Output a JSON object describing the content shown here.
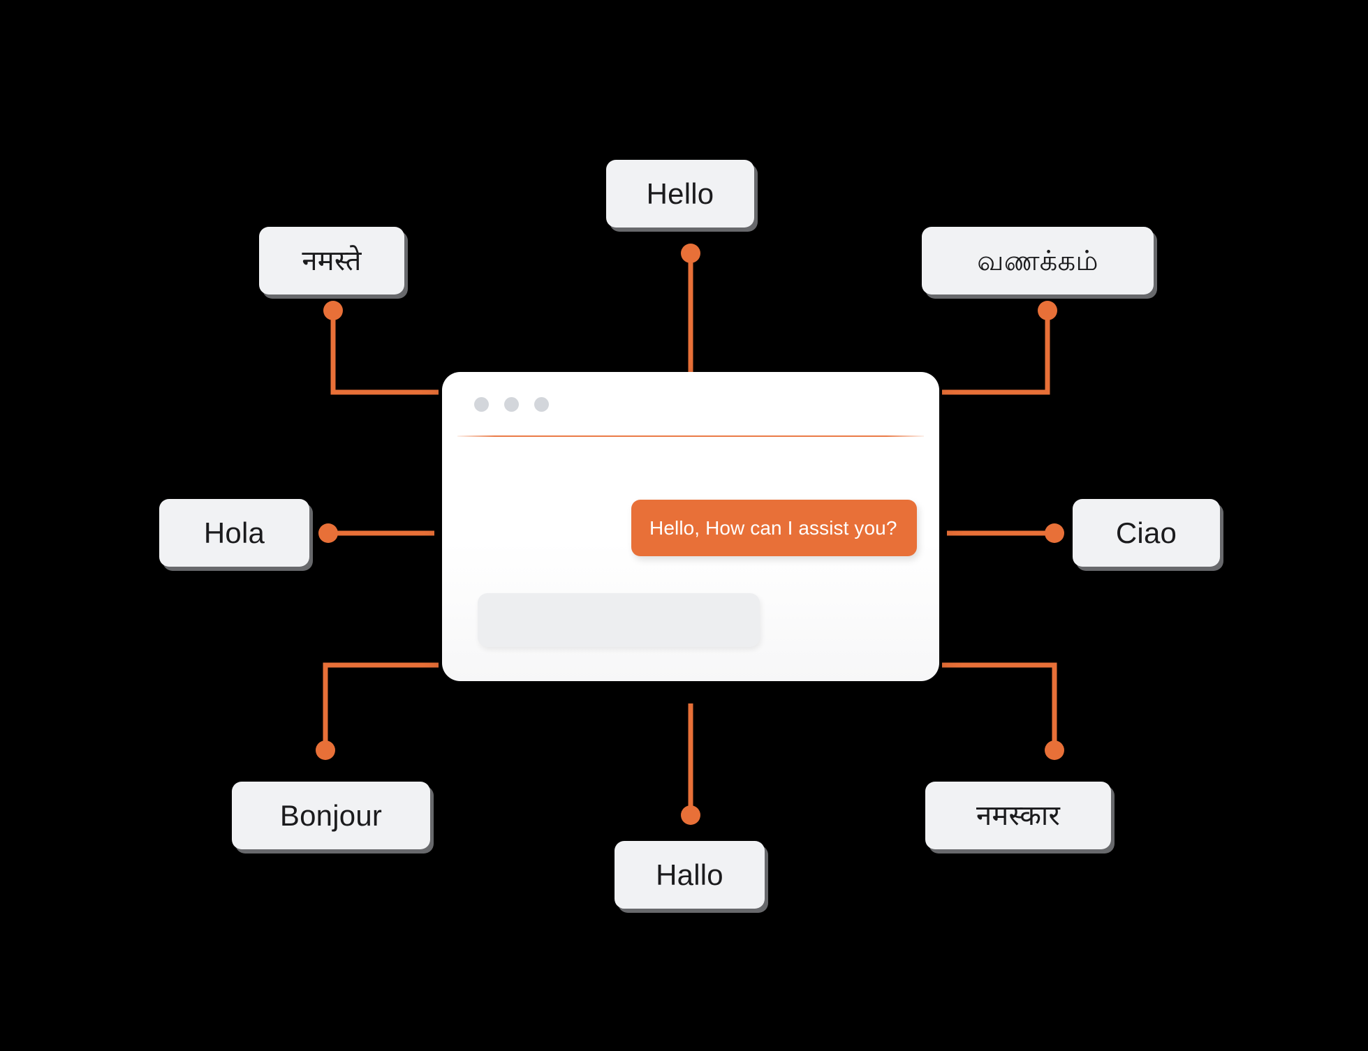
{
  "theme": {
    "accent": "#E87038",
    "bubble_bg": "#F1F2F4",
    "bubble_text": "#1B1B1D",
    "window_bg": "#FFFFFF",
    "composer_bg": "#EDEEF0",
    "titlebar_dot": "#D3D6DB",
    "canvas_bg": "#000000"
  },
  "chat_window": {
    "titlebar": {
      "dots": [
        "window-dot-1",
        "window-dot-2",
        "window-dot-3"
      ]
    },
    "assistant_message": {
      "text": "Hello, How can I assist you?"
    },
    "composer": {
      "value": "",
      "placeholder": ""
    }
  },
  "labels": [
    {
      "id": "hello",
      "text": "Hello",
      "script": "latin",
      "position": "top"
    },
    {
      "id": "namaste",
      "text": "नमस्ते",
      "script": "devanagari",
      "position": "top-left"
    },
    {
      "id": "vanakkam",
      "text": "வணக்கம்",
      "script": "tamil",
      "position": "top-right"
    },
    {
      "id": "hola",
      "text": "Hola",
      "script": "latin",
      "position": "left"
    },
    {
      "id": "ciao",
      "text": "Ciao",
      "script": "latin",
      "position": "right"
    },
    {
      "id": "bonjour",
      "text": "Bonjour",
      "script": "latin",
      "position": "bottom-left"
    },
    {
      "id": "hallo",
      "text": "Hallo",
      "script": "latin",
      "position": "bottom"
    },
    {
      "id": "namaskar",
      "text": "नमस्कार",
      "script": "devanagari",
      "position": "bottom-right"
    }
  ]
}
